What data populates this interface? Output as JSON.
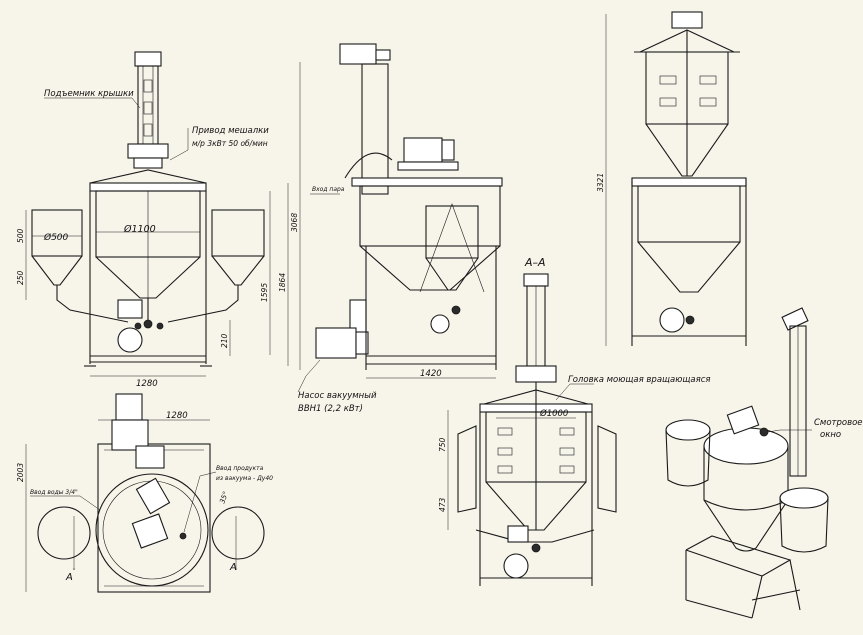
{
  "labels": {
    "lid_lifter": "Подъемник крышки",
    "drive_line1": "Привод мешалки",
    "drive_line2": "м/р 3кВт 50 об/мин",
    "steam_in": "Вход пара",
    "pump_line1": "Насос вакуумный",
    "pump_line2": "ВВН1 (2,2 кВт)",
    "section": "А–А",
    "wash_head": "Головка моющая вращающаяся",
    "sight_line1": "Смотровое",
    "sight_line2": "окно",
    "water_in": "Ввод воды  3/4\"",
    "product_in_line1": "Ввод продукта",
    "product_in_line2": "из вакуума - Ду40",
    "section_a_left": "А",
    "section_a_right": "А"
  },
  "dimensions": {
    "d500": "Ø500",
    "d1100": "Ø1100",
    "d1000": "Ø1000",
    "h500": "500",
    "h250": "250",
    "h1595": "1595",
    "h1864": "1864",
    "h210": "210",
    "w1280_front": "1280",
    "h3068": "3068",
    "w1420": "1420",
    "h3321": "3321",
    "w1280_top": "1280",
    "h2003": "2003",
    "h750": "750",
    "h473": "473",
    "angle35": "35°"
  }
}
